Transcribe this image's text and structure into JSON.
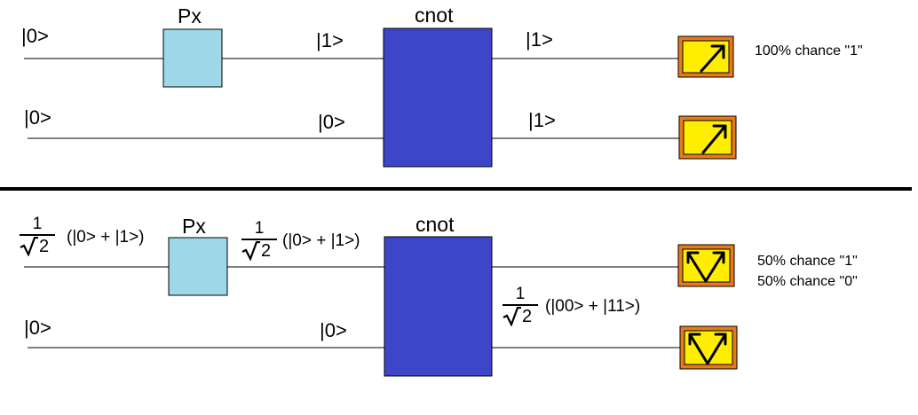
{
  "gates": {
    "px": "Px",
    "cnot": "cnot"
  },
  "top": {
    "q1_in": "|0>",
    "q2_in": "|0>",
    "q1_mid": "|1>",
    "q2_mid": "|0>",
    "q1_out": "|1>",
    "q2_out": "|1>",
    "result": "100% chance \"1\""
  },
  "bottom": {
    "q1_in_num": "1",
    "q1_in_den": "2",
    "q1_in_expr": "(|0> + |1>)",
    "q1_mid_num": "1",
    "q1_mid_den": "2",
    "q1_mid_expr": "(|0> + |1>)",
    "q2_in": "|0>",
    "q2_mid": "|0>",
    "out_num": "1",
    "out_den": "2",
    "out_expr": "(|00> + |11>)",
    "result_1": "50% chance \"1\"",
    "result_0": "50% chance \"0\""
  },
  "colors": {
    "px_gate": "#9ed8e8",
    "cnot_gate": "#3d46c9",
    "meter_fill": "#ffee00",
    "meter_border": "#e87a18",
    "divider": "#000000"
  },
  "icons": {
    "meter_single_arrow": "meter-single-arrow-icon",
    "meter_double_arrow": "meter-double-arrow-icon"
  }
}
